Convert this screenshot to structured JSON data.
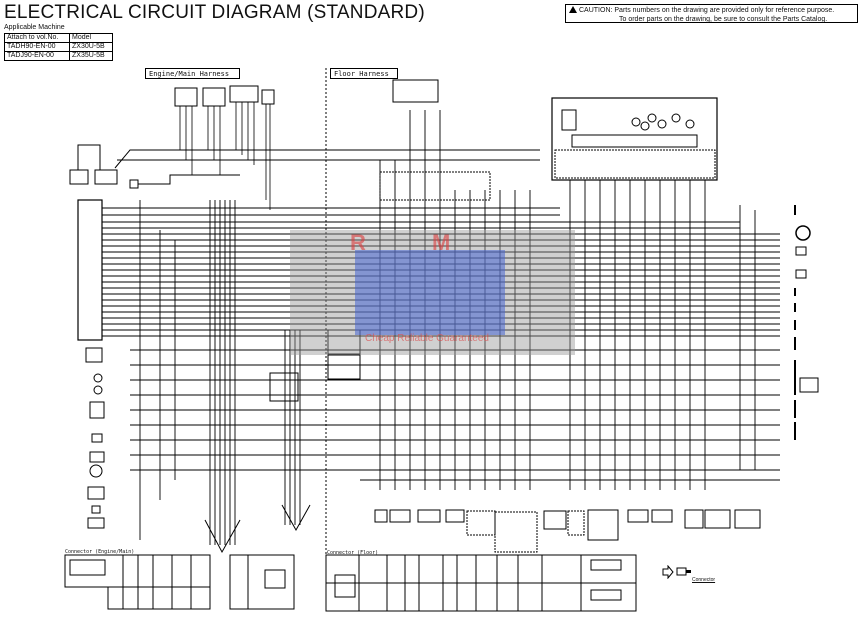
{
  "header": {
    "title": "ELECTRICAL CIRCUIT DIAGRAM (STANDARD)",
    "applicable_label": "Applicable Machine",
    "machine_table": {
      "columns": [
        "Attach to vol.No.",
        "Model"
      ],
      "rows": [
        [
          "TADH90-EN-00",
          "ZX30U-5B"
        ],
        [
          "TADJ90-EN-00",
          "ZX35U-5B"
        ]
      ]
    }
  },
  "caution": {
    "icon": "warning-triangle-icon",
    "line1": "CAUTION: Parts numbers on the drawing are provided only for reference purpose.",
    "line2": "To order parts on the drawing, be sure to consult the Parts Catalog."
  },
  "sections": {
    "engine_main": "Engine/Main Harness",
    "floor": "Floor Harness",
    "connector_engine_main": "Connector (Engine/Main)",
    "connector_floor": "Connector (Floor)"
  },
  "legend": {
    "connector_label": "Connector"
  },
  "watermark": {
    "letters": "R M",
    "tagline": "Cheap Reliable Guaranteed"
  }
}
